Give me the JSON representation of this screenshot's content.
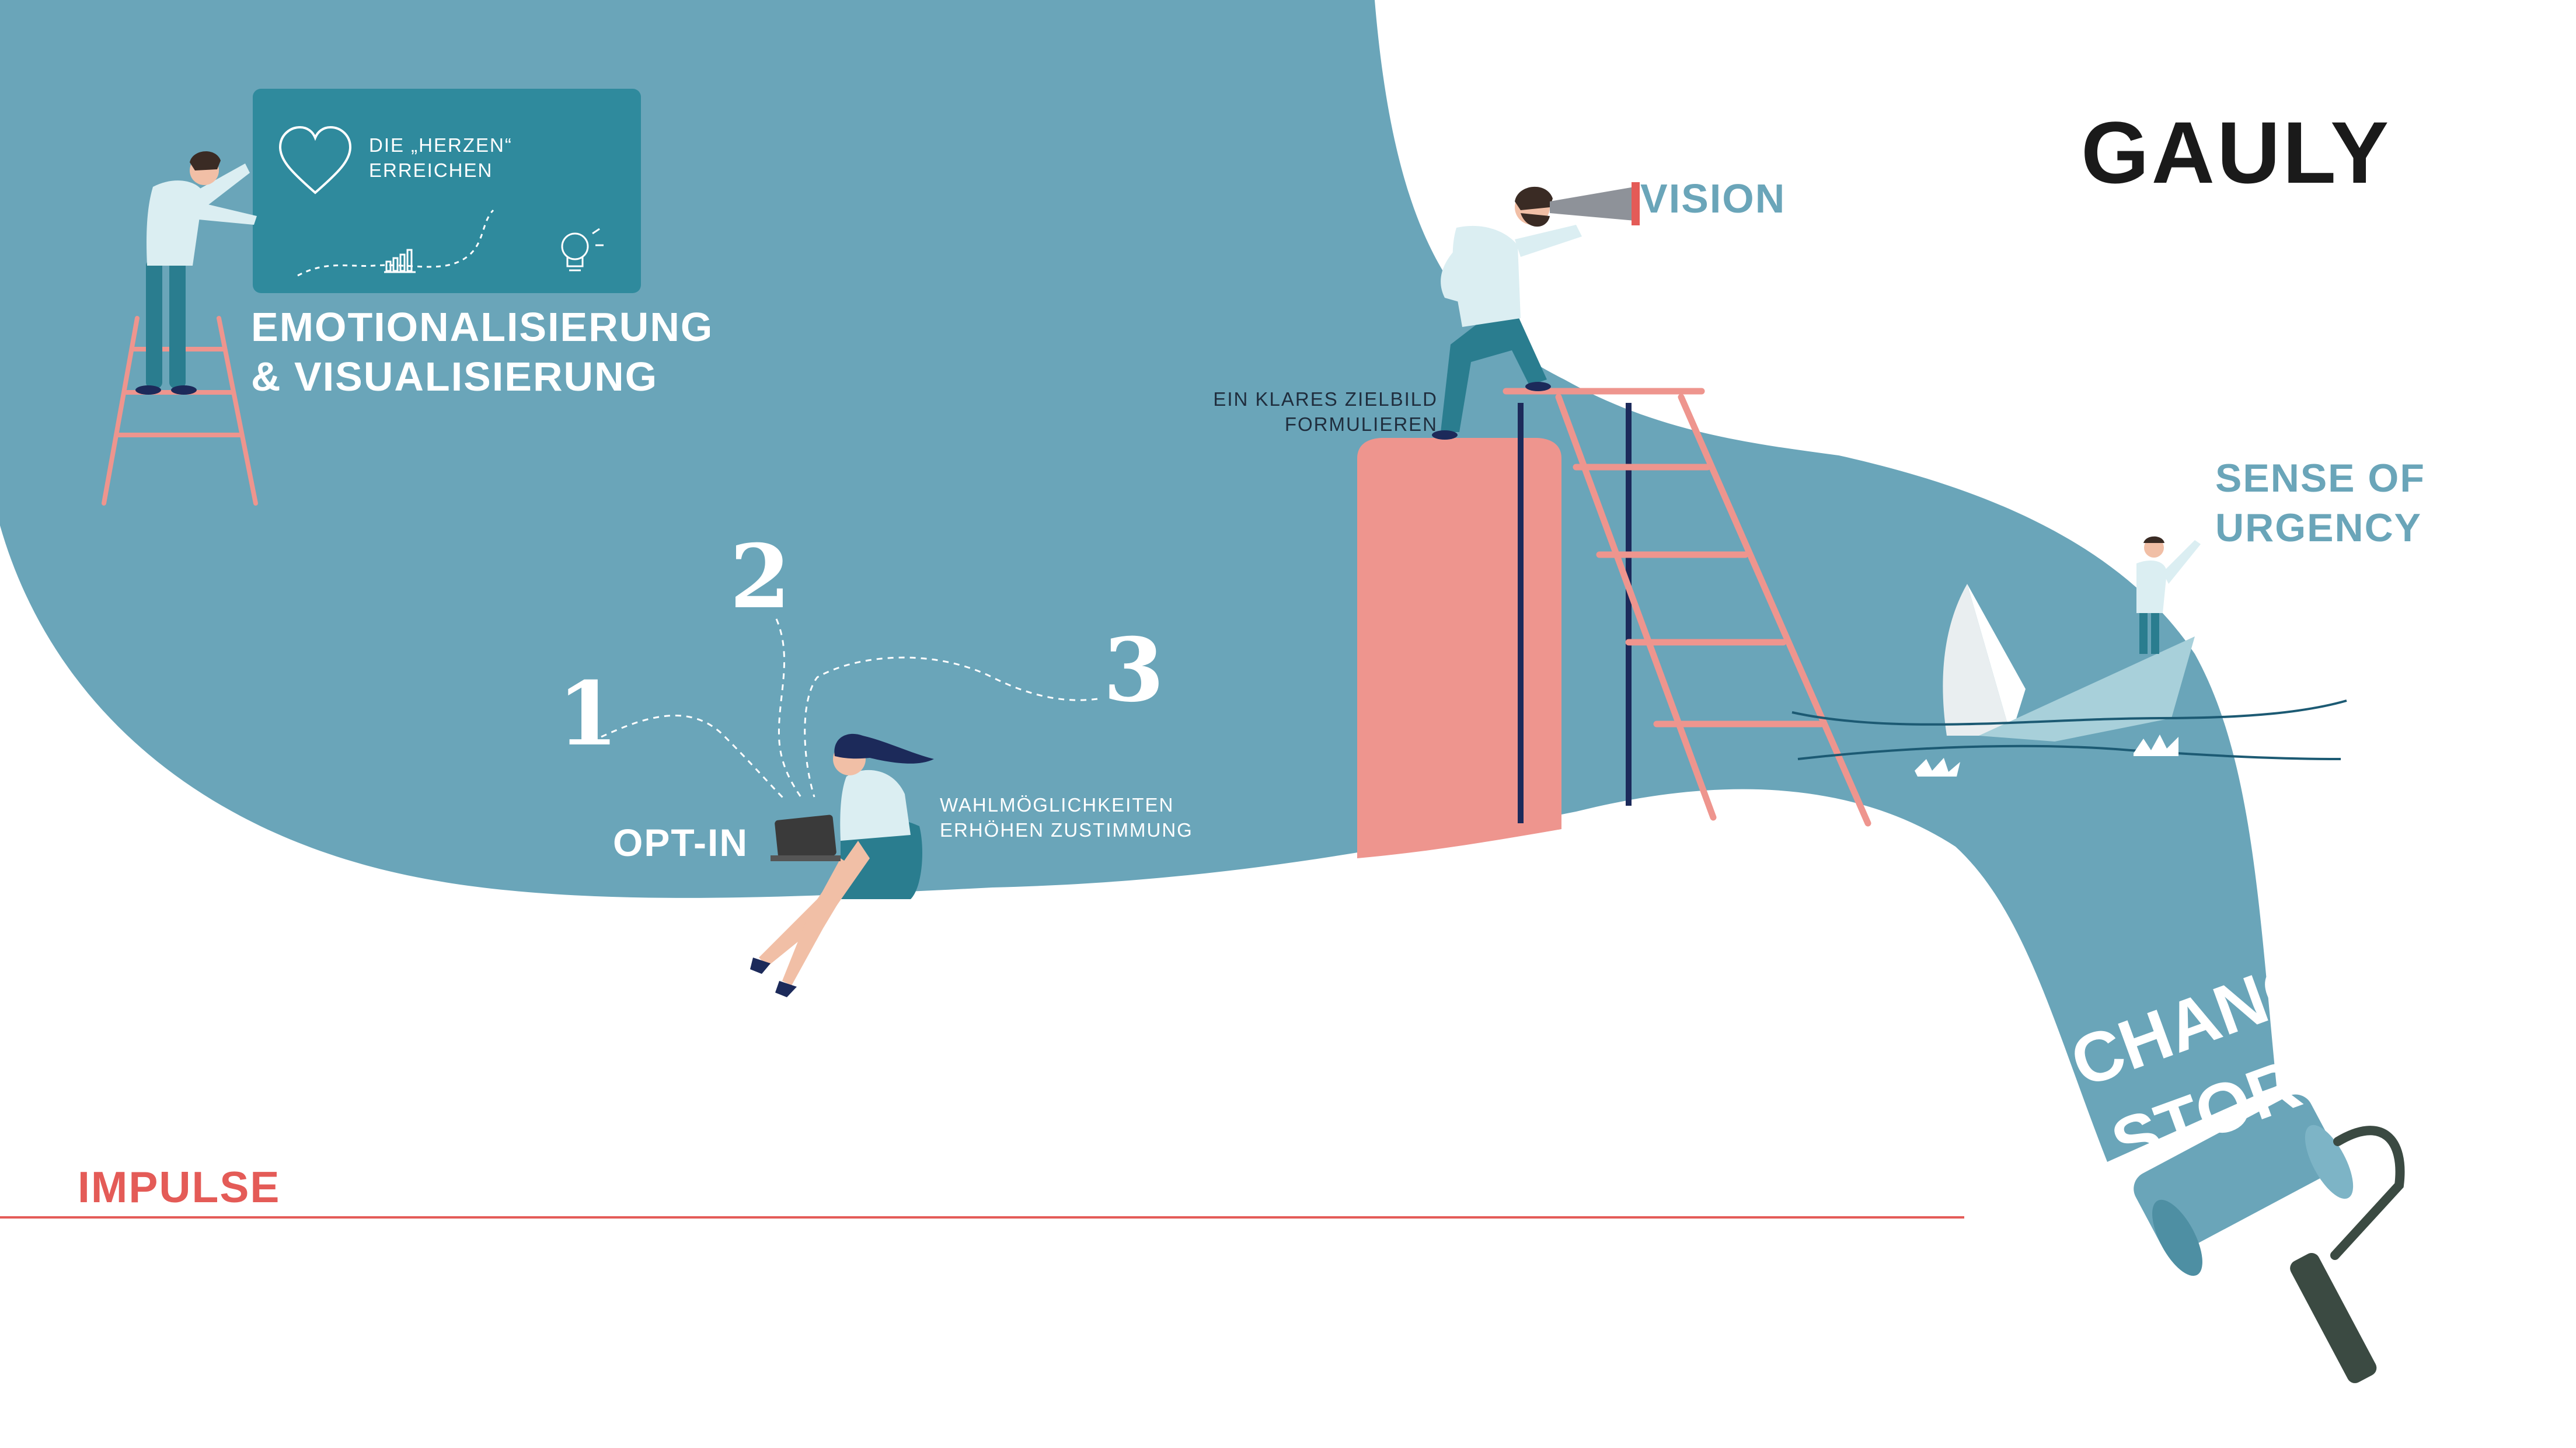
{
  "brand": {
    "logo": "GAULY"
  },
  "section_label": "IMPULSE",
  "board": {
    "line1": "DIE „HERZEN“",
    "line2": "ERREICHEN"
  },
  "emotion": {
    "line1": "EMOTIONALISIERUNG",
    "line2": "& VISUALISIERUNG"
  },
  "optin": {
    "label": "OPT-IN",
    "note1": "WAHLMÖGLICHKEITEN",
    "note2": "ERHÖHEN ZUSTIMMUNG",
    "numbers": [
      "1",
      "2",
      "3"
    ]
  },
  "vision": {
    "label": "VISION",
    "note1": "EIN KLARES ZIELBILD",
    "note2": "FORMULIEREN"
  },
  "urgency": {
    "line1": "SENSE OF",
    "line2": "URGENCY"
  },
  "roller": {
    "line1": "CHANGE",
    "line2": "STORY"
  },
  "colors": {
    "teal": "#6aa5b9",
    "teal_dark": "#2f8a9d",
    "coral": "#ee958e",
    "accent_red": "#e45b57",
    "navy": "#1c2a5a",
    "logo_black": "#1a1a1a"
  }
}
